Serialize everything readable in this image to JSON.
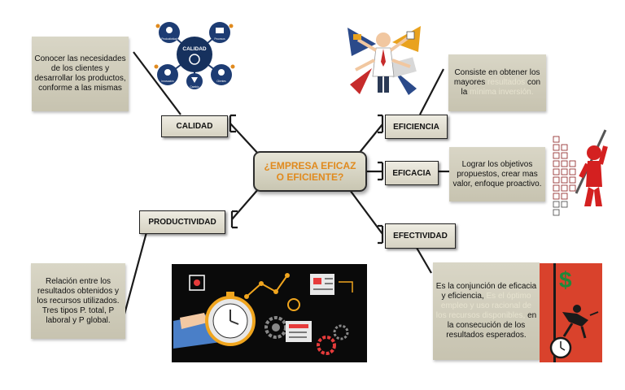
{
  "central": {
    "line1": "¿EMPRESA EFICAZ",
    "line2": "O EFICIENTE?"
  },
  "branches": {
    "calidad": {
      "label": "CALIDAD",
      "desc": "Conocer las necesidades de los clientes y desarrollar los productos, conforme a las mismas"
    },
    "productividad": {
      "label": "PRODUCTIVIDAD",
      "desc": "Relación entre los resultados obtenidos y los recursos utilizados. Tres tipos P. total, P laboral y P global."
    },
    "eficiencia": {
      "label": "EFICIENCIA",
      "desc_a": "Consiste en obtener los mayores",
      "desc_b": "resultados",
      "desc_c": "con la",
      "desc_d": "mínima inversión."
    },
    "eficacia": {
      "label": "EFICACIA",
      "desc": "Lograr los objetivos propuestos, crear mas valor, enfoque proactivo."
    },
    "efectividad": {
      "label": "EFECTIVIDAD",
      "desc_a": "Es la conjunción de eficacia y eficiencia,",
      "desc_b": "Es el óptimo empleo y uso racional de los recursos disponibles,",
      "desc_c": "en la consecución de los resultados esperados."
    }
  },
  "calidad_graphic": {
    "center_label": "CALIDAD",
    "nodes": [
      "Productividad",
      "Procesos",
      "Innovación",
      "Clientes",
      "Cambio"
    ]
  },
  "colors": {
    "title_orange": "#e08a1e",
    "box_fill": "#d9d6c6",
    "line": "#1a1a1a"
  }
}
